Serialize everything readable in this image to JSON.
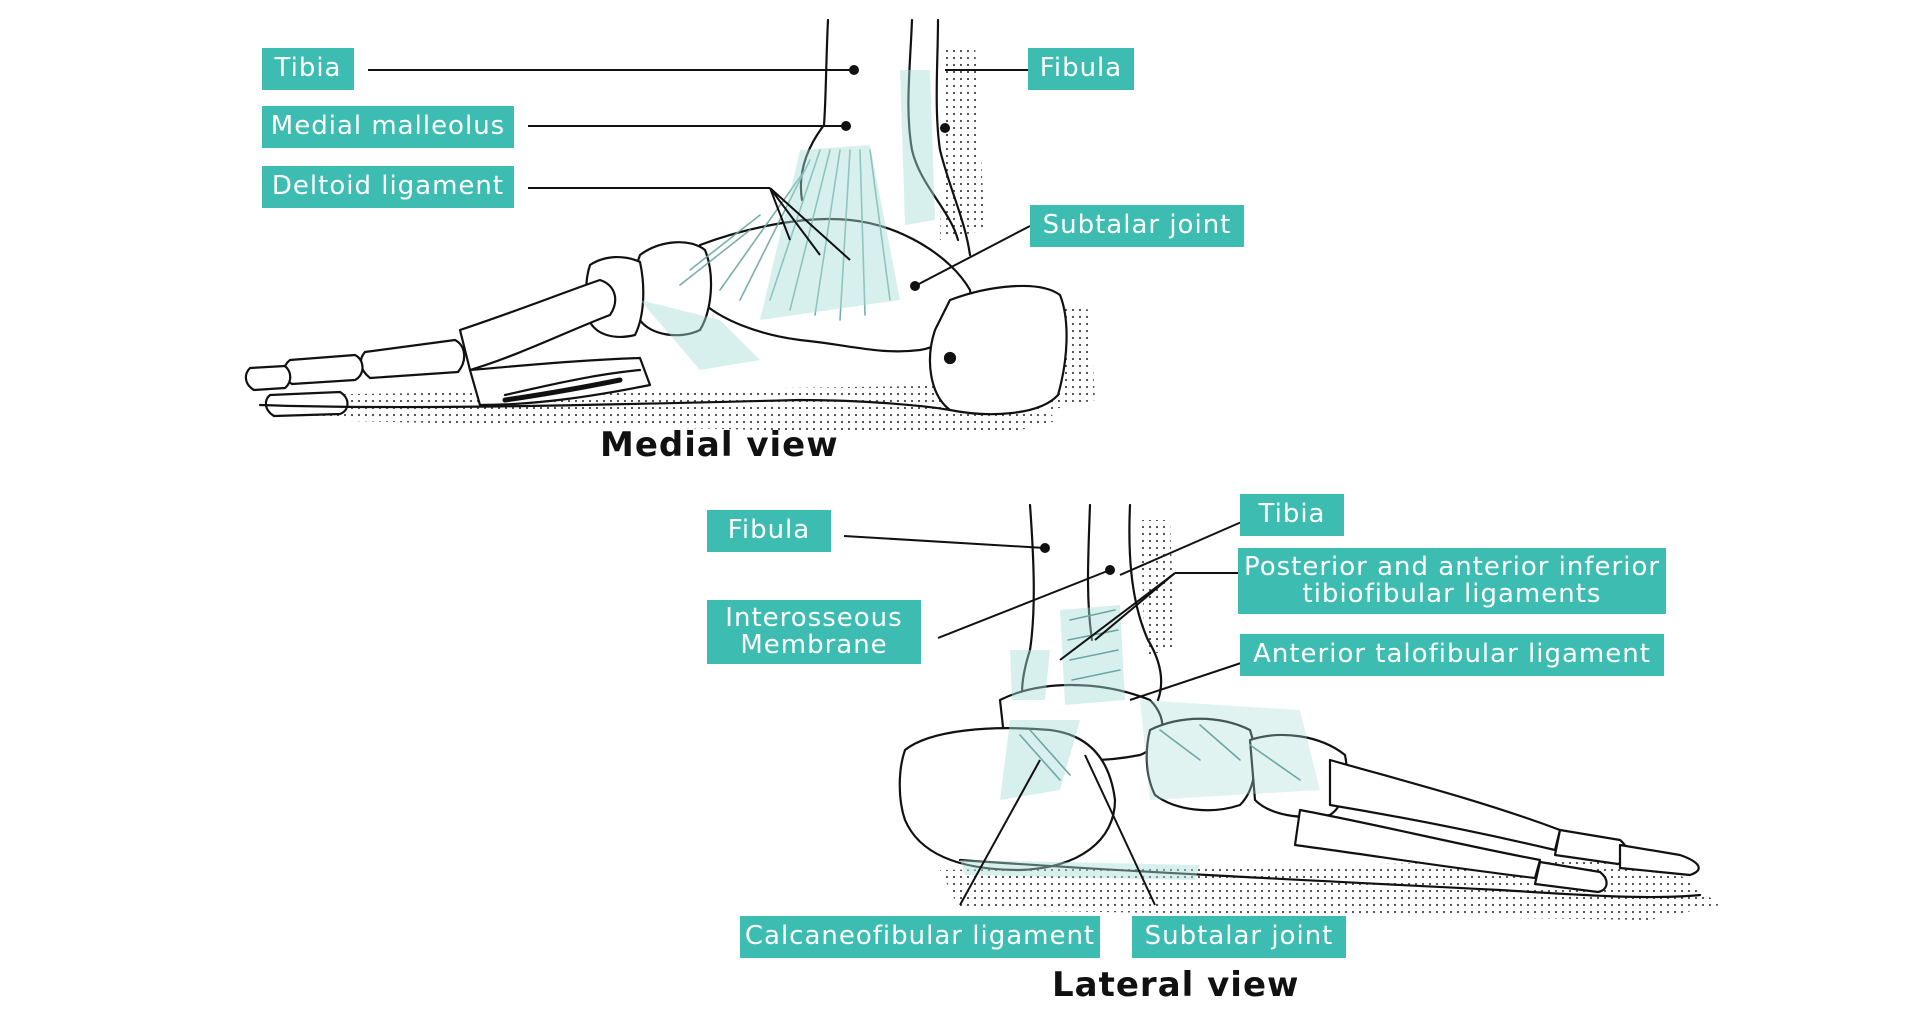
{
  "medial": {
    "caption": "Medial view",
    "labels": {
      "tibia": "Tibia",
      "medial_malleolus": "Medial malleolus",
      "deltoid": "Deltoid ligament",
      "fibula": "Fibula",
      "subtalar": "Subtalar joint"
    }
  },
  "lateral": {
    "caption": "Lateral view",
    "labels": {
      "fibula": "Fibula",
      "interosseous_1": "Interosseous",
      "interosseous_2": "Membrane",
      "tibia": "Tibia",
      "tibiofibular_1": "Posterior and anterior inferior",
      "tibiofibular_2": "tibiofibular ligaments",
      "anterior_talofibular": "Anterior talofibular ligament",
      "calcaneofibular": "Calcaneofibular ligament",
      "subtalar": "Subtalar joint"
    }
  },
  "colors": {
    "label_bg": "#3dbcb1",
    "label_text": "#ffffff",
    "ligament": "#a9ddd8",
    "line": "#111111"
  }
}
